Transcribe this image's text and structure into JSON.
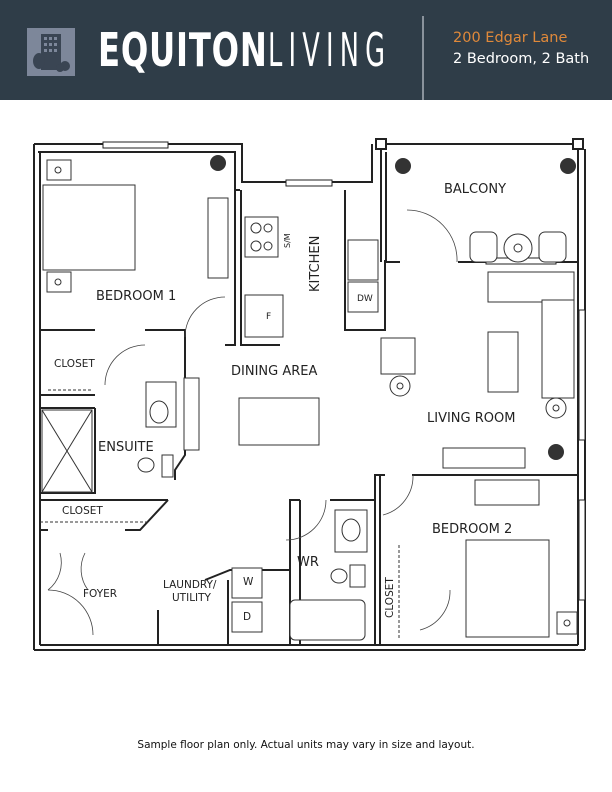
{
  "header": {
    "brand_bold": "EQUITON",
    "brand_light": "LIVING",
    "address": "200 Edgar Lane",
    "unit_type": "2 Bedroom, 2 Bath",
    "accent_color": "#e0893a",
    "background_color": "#2f3d48"
  },
  "floorplan": {
    "rooms": {
      "bedroom1": "BEDROOM 1",
      "closet_bed1": "CLOSET",
      "ensuite": "ENSUITE",
      "closet_foyer": "CLOSET",
      "foyer": "FOYER",
      "laundry_line1": "LAUNDRY/",
      "laundry_line2": "UTILITY",
      "washer": "W",
      "dryer": "D",
      "wr": "WR",
      "closet_bed2": "CLOSET",
      "bedroom2": "BEDROOM 2",
      "living_room": "LIVING ROOM",
      "dining_area": "DINING AREA",
      "kitchen": "KITCHEN",
      "stove_microwave": "S/M",
      "fridge": "F",
      "dishwasher": "DW",
      "balcony": "BALCONY"
    }
  },
  "footer": {
    "disclaimer": "Sample floor plan only. Actual units may vary in size and layout."
  }
}
